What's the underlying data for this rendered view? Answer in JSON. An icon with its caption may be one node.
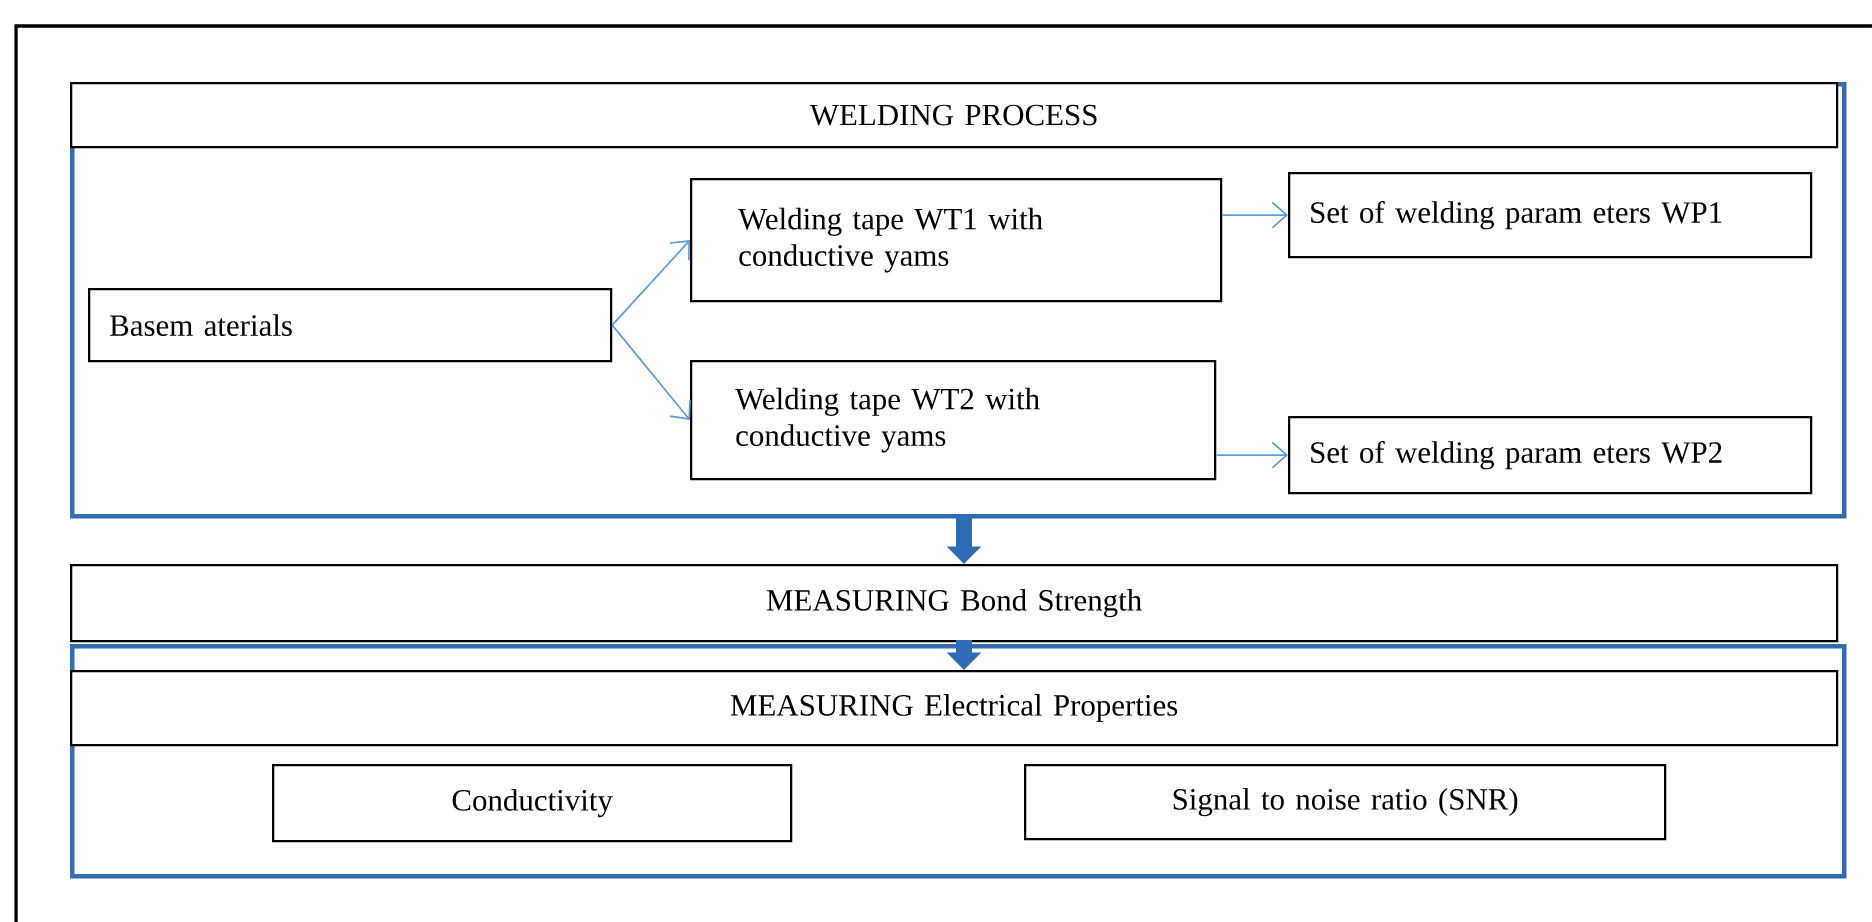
{
  "diagram": {
    "nodes": [
      {
        "text": [],
        "shape": "box"
      },
      {
        "text": [
          "WELDING PROCESS"
        ],
        "in": 0
      },
      {
        "text": [
          "Basem aterials"
        ],
        "in": 0
      },
      {
        "text": [
          "Welding tape WT1 with conductive yams"
        ],
        "in": 0
      },
      {
        "text": [
          "Welding tape WT2 with conductive yams"
        ],
        "in": 0
      },
      {
        "text": [
          "Set of welding param eters WP1"
        ],
        "in": 0
      },
      {
        "text": [
          "Set of welding param eters WP2"
        ],
        "in": 0
      },
      {
        "text": [
          "MEASURING Bond Strength"
        ]
      },
      {
        "text": [],
        "shape": "box"
      },
      {
        "text": [
          "MEASURING Electrical Properties"
        ],
        "in": 8
      },
      {
        "text": [
          "Conductivity"
        ],
        "in": 8
      },
      {
        "text": [
          "Signal to noise ratio (SNR)"
        ],
        "in": 8
      }
    ],
    "edges": [
      {
        "from": 2,
        "to": 3,
        "arrow": "to"
      },
      {
        "from": 2,
        "to": 4,
        "arrow": "to"
      },
      {
        "from": 3,
        "to": 5,
        "arrow": "to"
      },
      {
        "from": 4,
        "to": 6,
        "arrow": "to"
      },
      {
        "from": 0,
        "to": 7,
        "arrow": "to",
        "style": "thick",
        "color": "#2e6db4"
      },
      {
        "from": 7,
        "to": 9,
        "arrow": "to",
        "style": "thick",
        "color": "#2e6db4"
      }
    ]
  }
}
